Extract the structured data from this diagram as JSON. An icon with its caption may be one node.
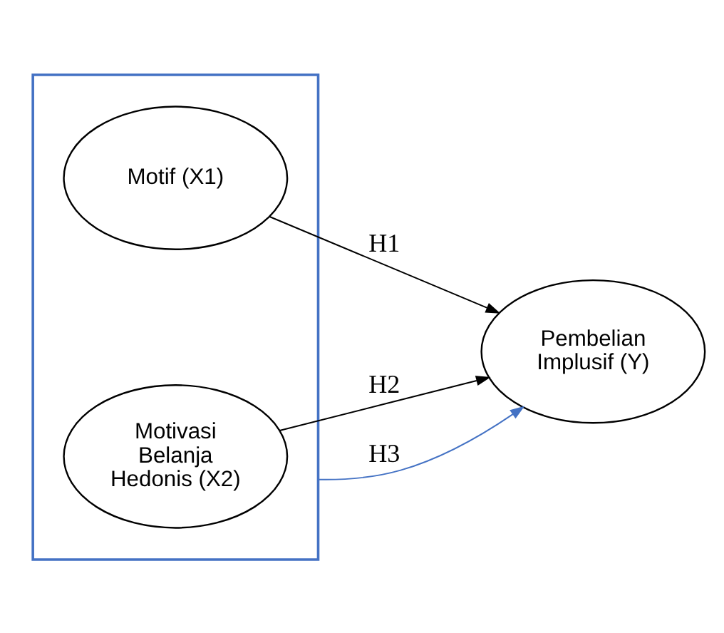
{
  "diagram": {
    "nodes": [
      {
        "text": [],
        "shape": "box"
      },
      {
        "text": [
          "Motif (X1)"
        ],
        "in": 0
      },
      {
        "text": [
          "Motivasi Belanja Hedonis (X2)"
        ],
        "in": 0
      },
      {
        "text": [
          "Pembelian Implusif (Y)"
        ]
      }
    ],
    "edges": [
      {
        "from": 1,
        "to": 3,
        "arrow": "to",
        "label": "H1"
      },
      {
        "from": 2,
        "to": 3,
        "arrow": "to",
        "label": "H2"
      },
      {
        "from": 0,
        "to": 3,
        "arrow": "to",
        "label": "H3",
        "color": "#4472c4"
      }
    ]
  }
}
